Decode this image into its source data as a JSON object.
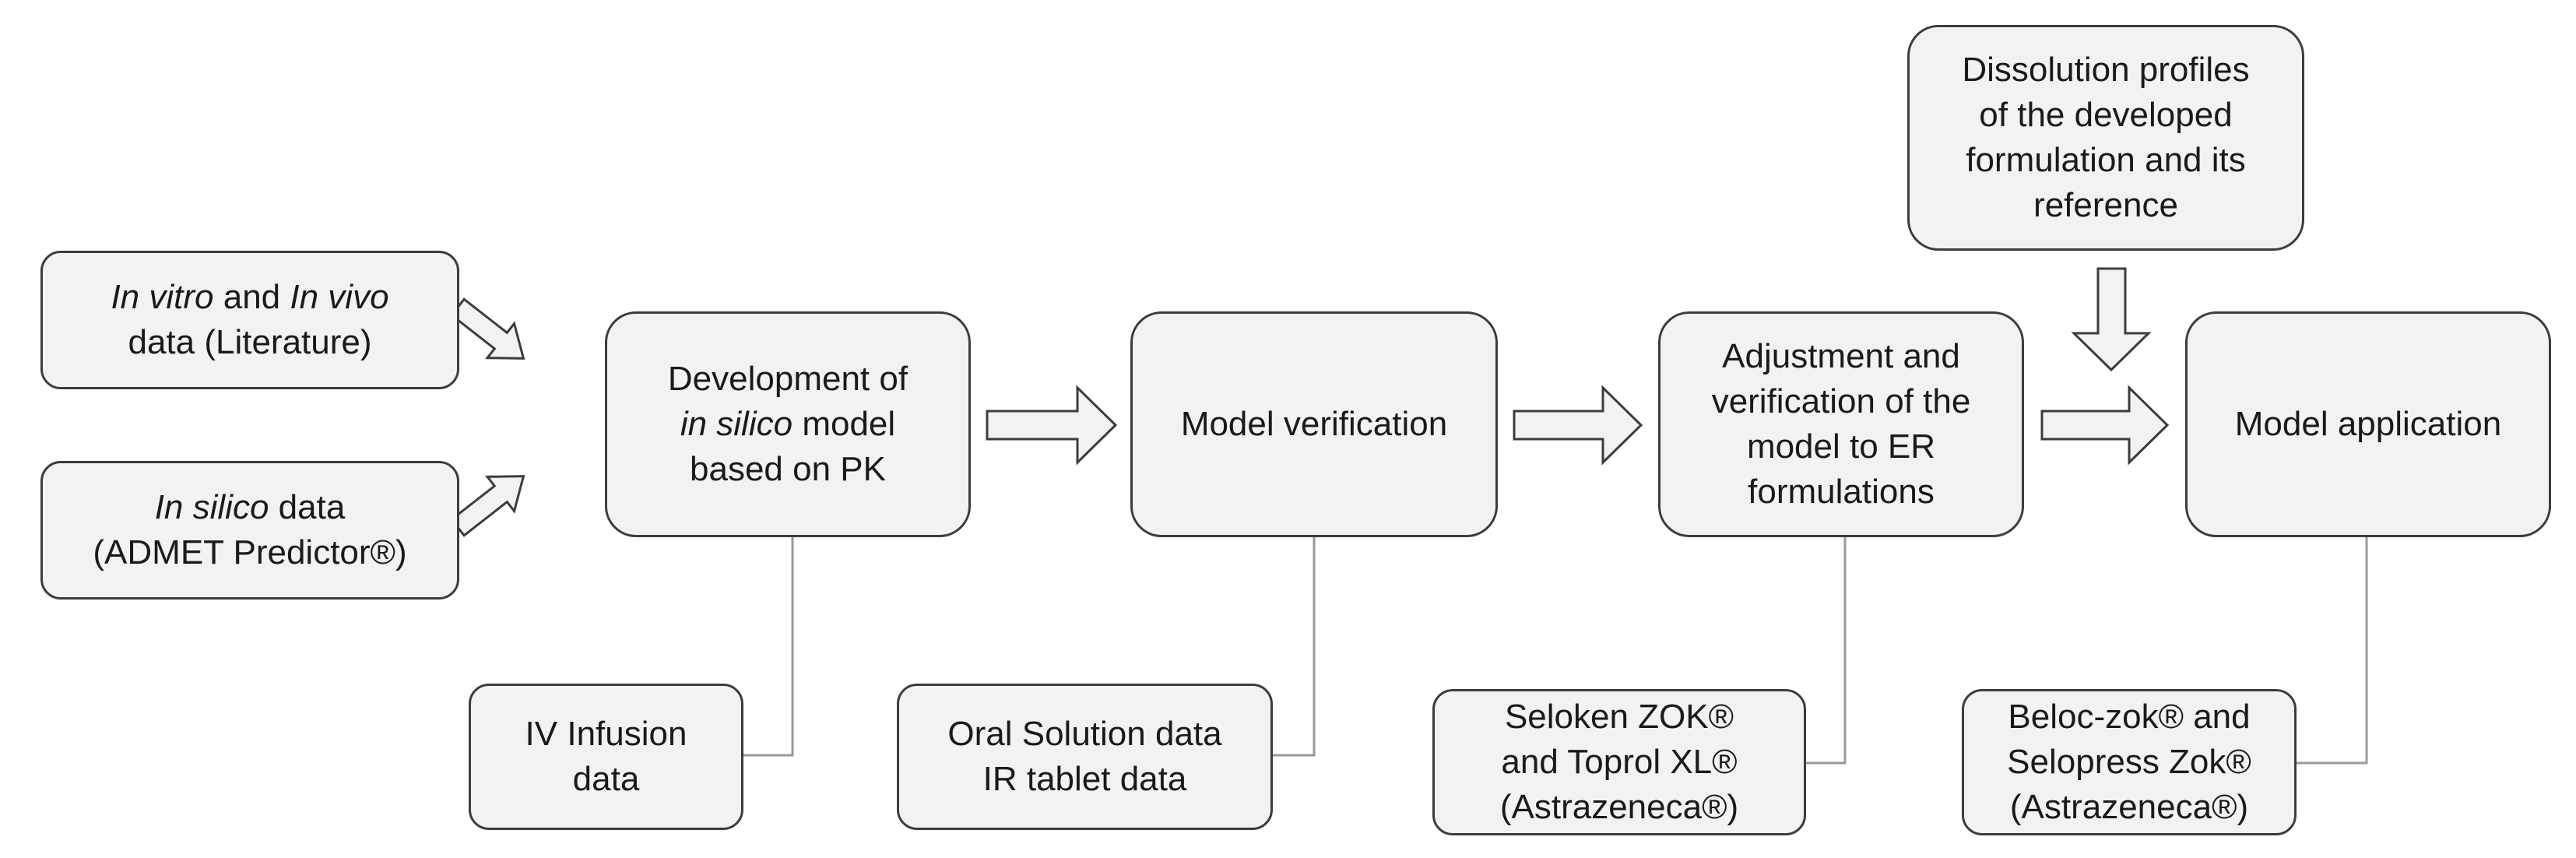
{
  "inputs": {
    "invitro": {
      "line1": {
        "i1": "In vitro",
        "t1": " and ",
        "i2": "In vivo"
      },
      "line2": "data (Literature)"
    },
    "insilico": {
      "line1": {
        "i1": "In silico",
        "t1": " data"
      },
      "line2": "(ADMET Predictor®)"
    },
    "dissolution": {
      "line1": "Dissolution profiles",
      "line2": "of the developed",
      "line3": "formulation and its",
      "line4": "reference"
    }
  },
  "steps": {
    "development": {
      "line1": "Development of",
      "line2": {
        "i1": "in silico",
        "t1": " model"
      },
      "line3": "based on PK"
    },
    "verification": {
      "line1": "Model verification"
    },
    "adjustment": {
      "line1": "Adjustment and",
      "line2": "verification of the",
      "line3": "model to ER",
      "line4": "formulations"
    },
    "application": {
      "line1": "Model application"
    }
  },
  "data_sources": {
    "iv": {
      "line1": "IV Infusion",
      "line2": "data"
    },
    "oral": {
      "line1": "Oral Solution data",
      "line2": "IR tablet data"
    },
    "seloken": {
      "line1": "Seloken ZOK®",
      "line2": "and Toprol XL®",
      "line3": "(Astrazeneca®)"
    },
    "beloc": {
      "line1": "Beloc-zok® and",
      "line2": "Selopress Zok®",
      "line3": "(Astrazeneca®)"
    }
  },
  "colors": {
    "box_fill": "#f2f2f2",
    "border": "#3c3c3c",
    "connector": "#999999"
  }
}
